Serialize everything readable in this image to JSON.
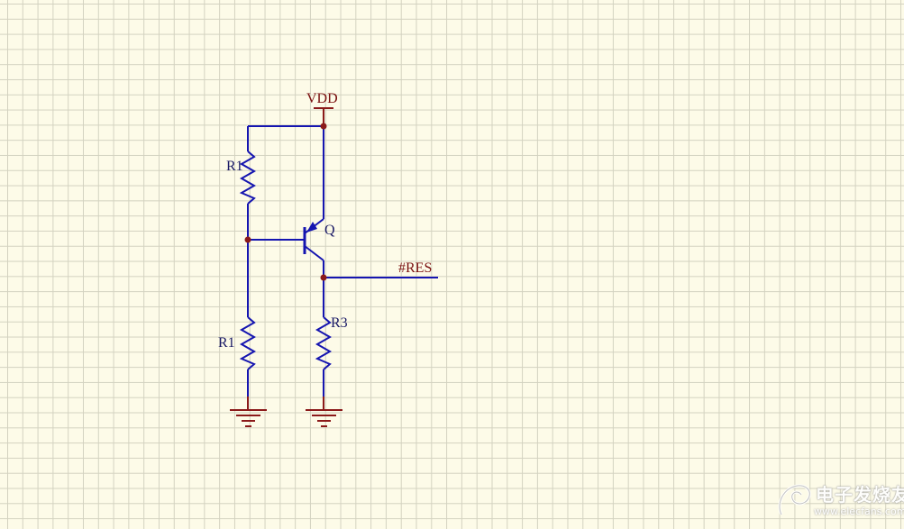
{
  "labels": {
    "vdd": "VDD",
    "q": "Q",
    "res": "#RES",
    "r1_top": "R1",
    "r1_bottom": "R1",
    "r3": "R3"
  },
  "watermark": {
    "text": "电子发烧友",
    "sub": "www.elecfans.com"
  },
  "colors": {
    "wire": "#1515b0",
    "power": "#8b1a1a",
    "label": "#7a1010",
    "component_label": "#1a1a66",
    "junction": "#8b1a1a",
    "background": "#fdfbe8",
    "grid": "#d3d2c0"
  }
}
